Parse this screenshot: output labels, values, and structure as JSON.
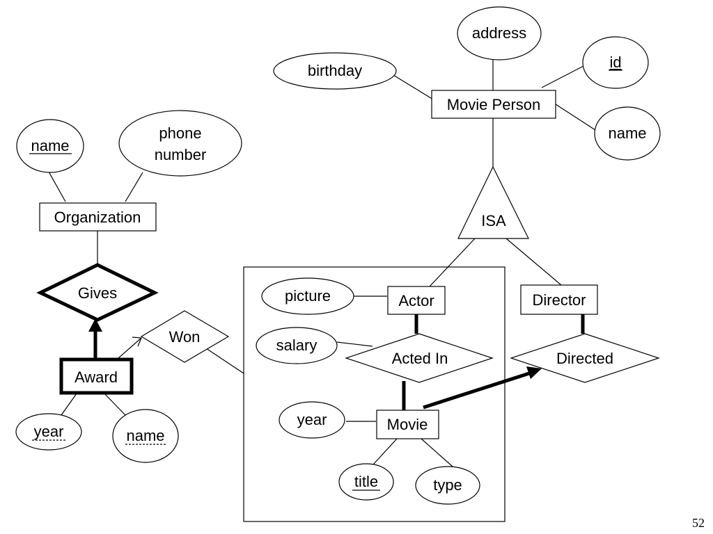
{
  "entities": {
    "movie_person": "Movie Person",
    "organization": "Organization",
    "award": "Award",
    "actor": "Actor",
    "director": "Director",
    "movie": "Movie"
  },
  "relationships": {
    "gives": "Gives",
    "won": "Won",
    "acted_in": "Acted In",
    "directed": "Directed",
    "isa": "ISA"
  },
  "attributes": {
    "birthday": "birthday",
    "address": "address",
    "person_id": "id",
    "person_name": "name",
    "org_name": "name",
    "phone_line1": "phone",
    "phone_line2": "number",
    "award_year": "year",
    "award_name": "name",
    "picture": "picture",
    "salary": "salary",
    "movie_year": "year",
    "title": "title",
    "type": "type"
  },
  "page_number": "52"
}
